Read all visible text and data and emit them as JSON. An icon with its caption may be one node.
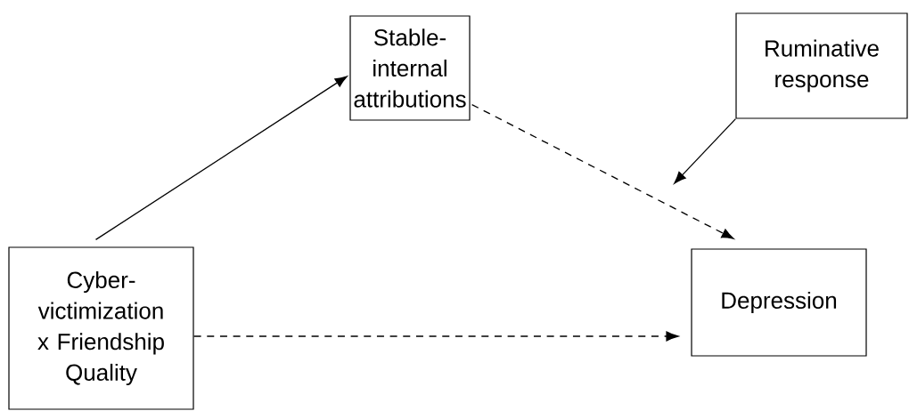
{
  "diagram": {
    "nodes": [
      {
        "text": [
          "Stable-internal attributions"
        ]
      },
      {
        "text": [
          "Ruminative response"
        ]
      },
      {
        "text": [
          "Cyber-victimization x Friendship Quality"
        ]
      },
      {
        "text": [
          "Depression"
        ]
      }
    ],
    "edges": [
      {
        "from": 2,
        "to": 0,
        "arrow": "to"
      },
      {
        "from": 0,
        "to": 3,
        "arrow": "to",
        "style": "dashed"
      },
      {
        "from": 2,
        "to": 3,
        "arrow": "to",
        "style": "dashed"
      },
      {
        "from": 1,
        "to": null,
        "arrow": "to"
      }
    ]
  }
}
